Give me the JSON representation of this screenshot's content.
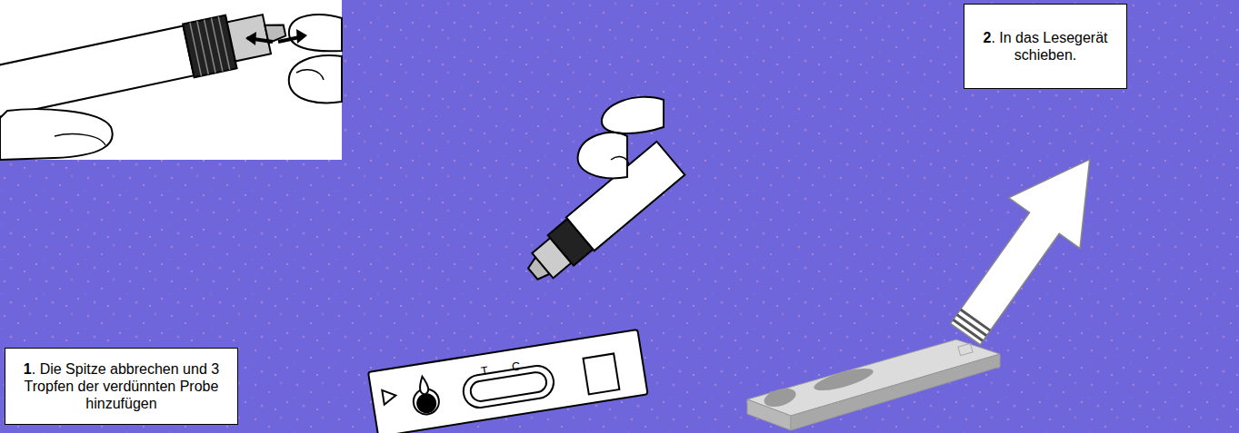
{
  "diagram": {
    "nodes": [
      {
        "text": [
          "1. Die Spitze abbrechen und 3 Tropfen der verdünnten Probe hinzufügen"
        ]
      },
      {
        "text": [
          "2. In das Lesegerät schieben."
        ]
      }
    ],
    "labels": [
      "T",
      "C"
    ]
  }
}
